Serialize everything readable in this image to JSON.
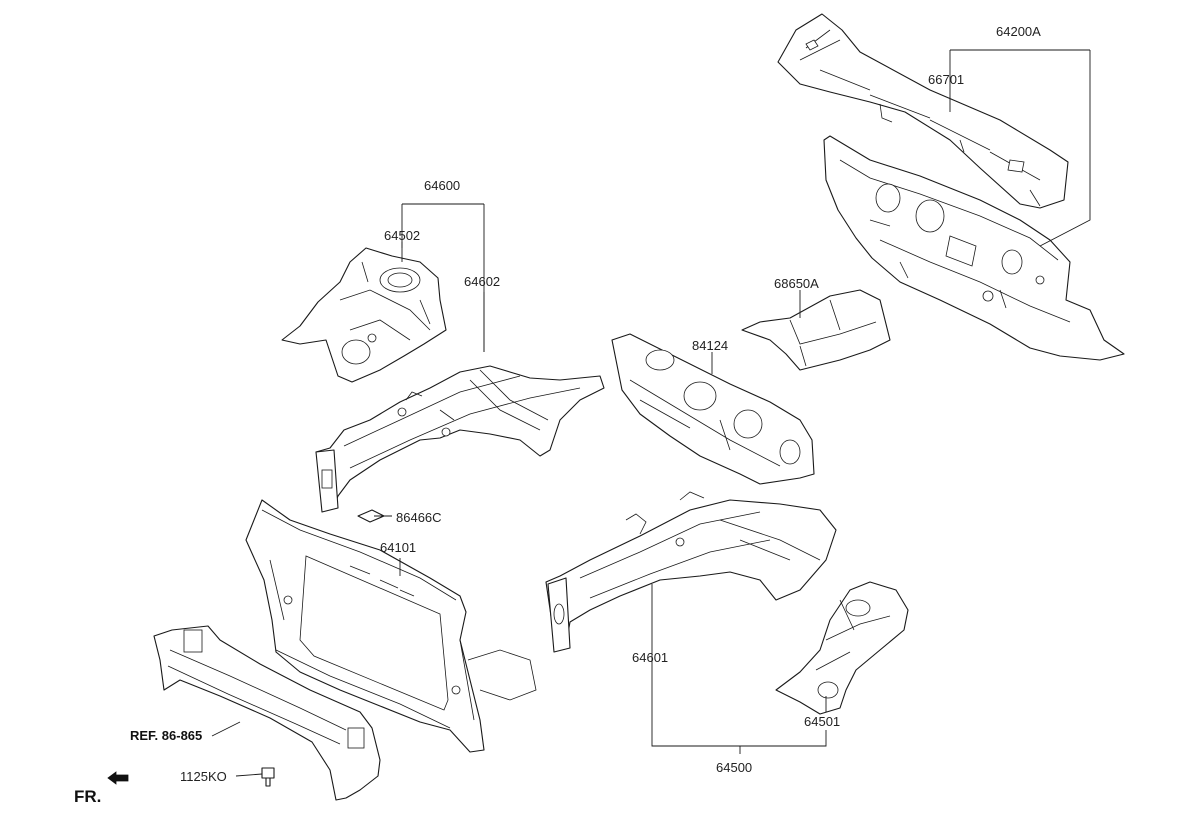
{
  "diagram": {
    "labels": {
      "p64200A": "64200A",
      "p66701": "66701",
      "p64600": "64600",
      "p64502": "64502",
      "p64602": "64602",
      "p68650A": "68650A",
      "p84124": "84124",
      "p86466C": "86466C",
      "p64101": "64101",
      "p64601": "64601",
      "p64501": "64501",
      "p64500": "64500",
      "p1125KO": "1125KO",
      "ref": "REF. 86-865",
      "fr": "FR."
    }
  }
}
